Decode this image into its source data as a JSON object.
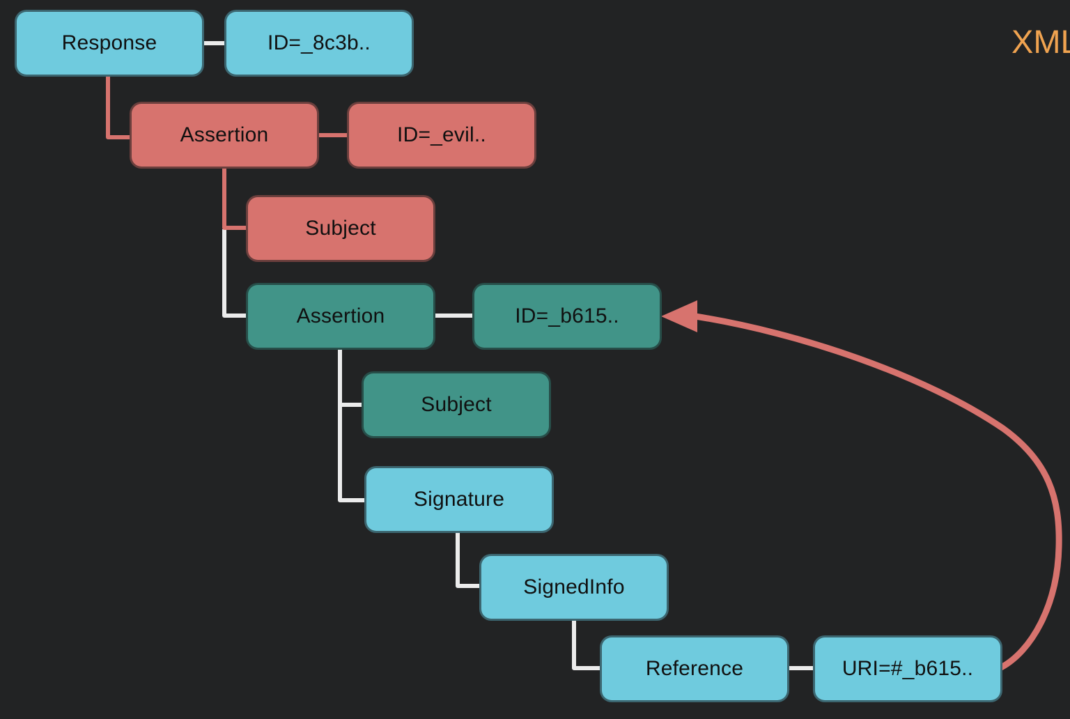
{
  "watermark": {
    "label": "XML"
  },
  "palette": {
    "background": "#222324",
    "cyan": "#6fcbde",
    "red": "#d7736e",
    "teal": "#419488",
    "connector_white": "#ececec",
    "arrow_red": "#d7736e",
    "watermark_orange": "#f0a350",
    "node_text": "#101010"
  },
  "diagram": {
    "type": "tree",
    "nodes": [
      {
        "id": "response",
        "label": "Response",
        "variant": "cyan"
      },
      {
        "id": "response-id",
        "label": "ID=_8c3b..",
        "variant": "cyan"
      },
      {
        "id": "assertion-evil",
        "label": "Assertion",
        "variant": "red"
      },
      {
        "id": "assertion-evil-id",
        "label": "ID=_evil..",
        "variant": "red"
      },
      {
        "id": "subject-evil",
        "label": "Subject",
        "variant": "red"
      },
      {
        "id": "assertion-original",
        "label": "Assertion",
        "variant": "teal"
      },
      {
        "id": "assertion-original-id",
        "label": "ID=_b615..",
        "variant": "teal"
      },
      {
        "id": "subject-original",
        "label": "Subject",
        "variant": "teal"
      },
      {
        "id": "signature",
        "label": "Signature",
        "variant": "cyan"
      },
      {
        "id": "signed-info",
        "label": "SignedInfo",
        "variant": "cyan"
      },
      {
        "id": "reference",
        "label": "Reference",
        "variant": "cyan"
      },
      {
        "id": "reference-uri",
        "label": "URI=#_b615..",
        "variant": "cyan"
      }
    ],
    "edges": [
      {
        "from": "response",
        "to": "response-id",
        "color": "white"
      },
      {
        "from": "response",
        "to": "assertion-evil",
        "color": "red"
      },
      {
        "from": "assertion-evil",
        "to": "assertion-evil-id",
        "color": "red"
      },
      {
        "from": "assertion-evil",
        "to": "subject-evil",
        "color": "red"
      },
      {
        "from": "assertion-evil",
        "to": "assertion-original",
        "color": "white"
      },
      {
        "from": "assertion-original",
        "to": "assertion-original-id",
        "color": "white"
      },
      {
        "from": "assertion-original",
        "to": "subject-original",
        "color": "white"
      },
      {
        "from": "assertion-original",
        "to": "signature",
        "color": "white"
      },
      {
        "from": "signature",
        "to": "signed-info",
        "color": "white"
      },
      {
        "from": "signed-info",
        "to": "reference",
        "color": "white"
      },
      {
        "from": "reference",
        "to": "reference-uri",
        "color": "white"
      }
    ],
    "arrow": {
      "from": "reference-uri",
      "to": "assertion-original-id",
      "color": "red"
    }
  }
}
